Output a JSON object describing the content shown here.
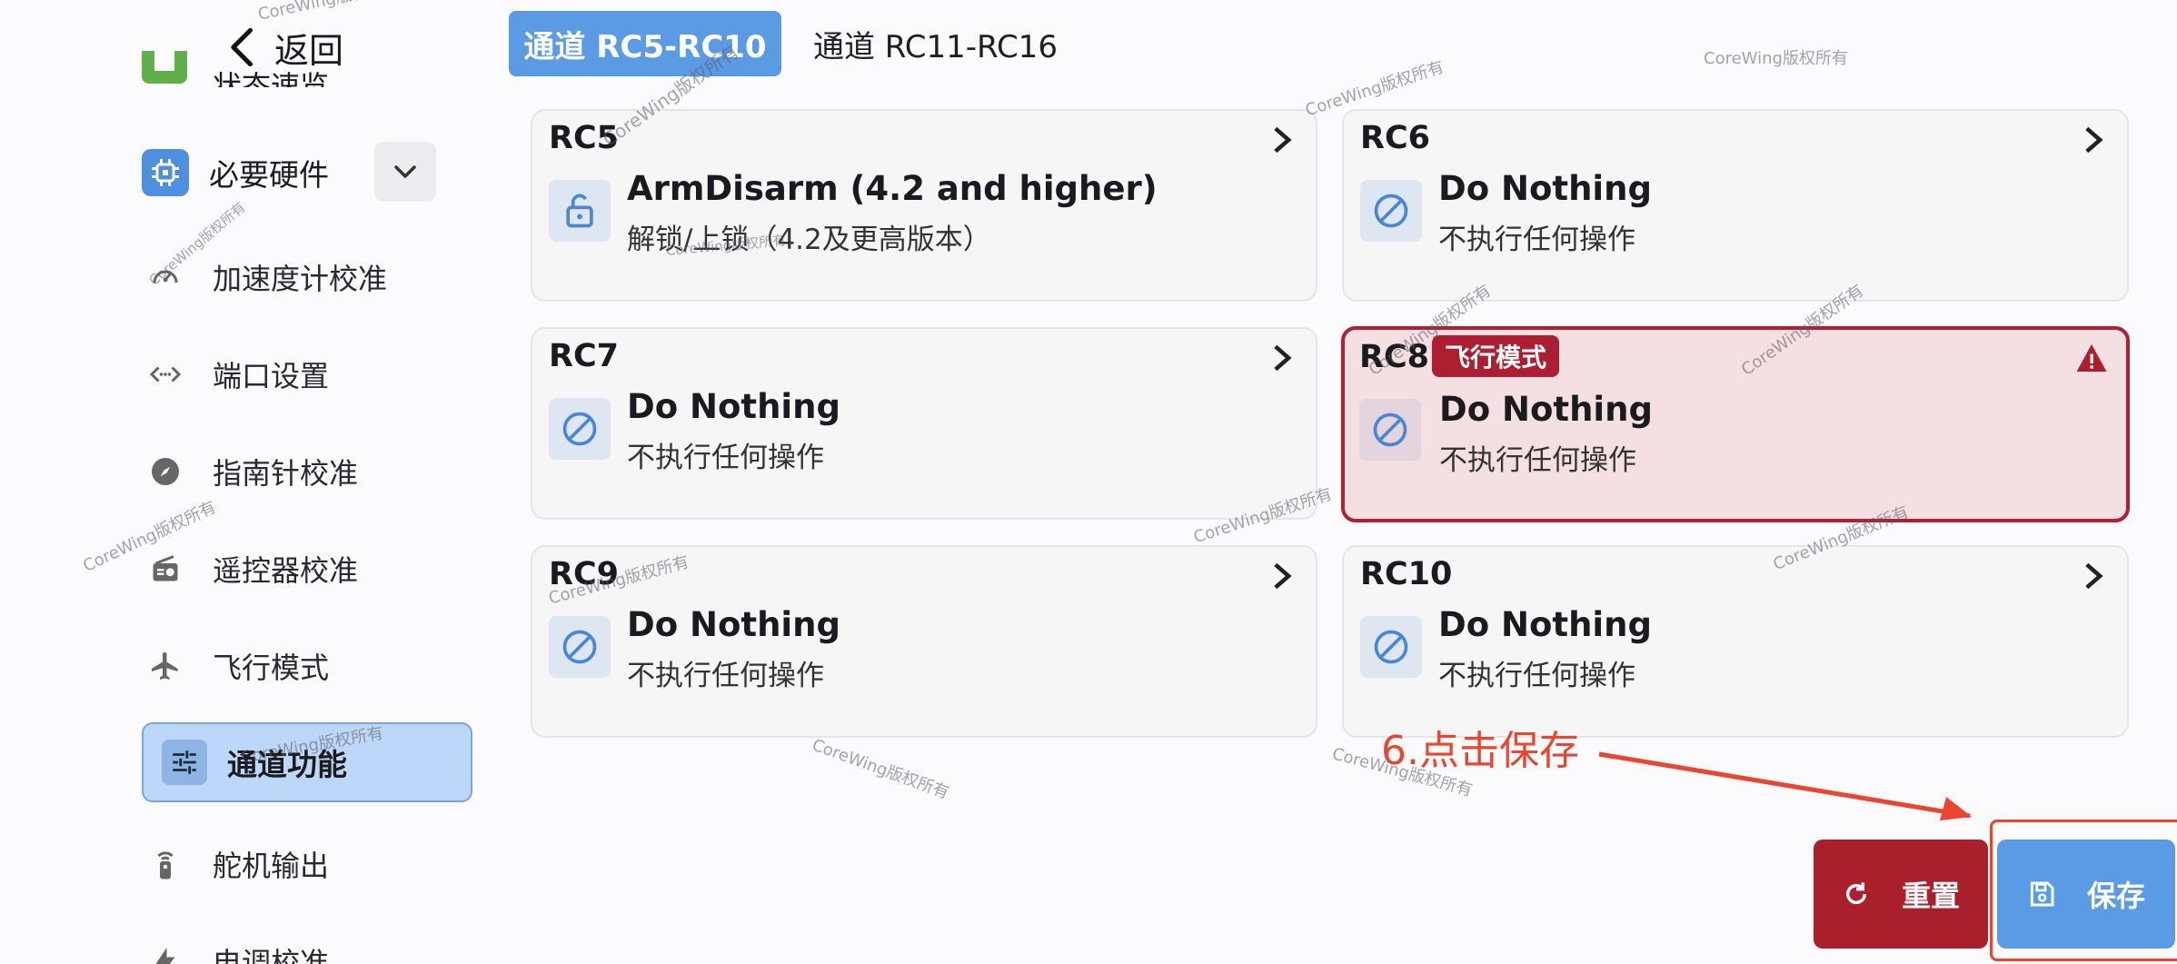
{
  "header": {
    "back_label": "返回"
  },
  "sidebar": {
    "partial_top_label": "状态速览",
    "section_label": "必要硬件",
    "items": [
      {
        "label": "加速度计校准",
        "icon": "speedometer-icon"
      },
      {
        "label": "端口设置",
        "icon": "ports-icon"
      },
      {
        "label": "指南针校准",
        "icon": "compass-icon"
      },
      {
        "label": "遥控器校准",
        "icon": "radio-icon"
      },
      {
        "label": "飞行模式",
        "icon": "airplane-icon"
      },
      {
        "label": "通道功能",
        "icon": "sliders-icon",
        "active": true
      },
      {
        "label": "舵机输出",
        "icon": "remote-icon"
      },
      {
        "label": "电调校准",
        "icon": "bolt-icon"
      }
    ]
  },
  "tabs": [
    {
      "label": "通道 RC5-RC10",
      "active": true
    },
    {
      "label": "通道 RC11-RC16",
      "active": false
    }
  ],
  "cards": [
    {
      "rc": "RC5",
      "function": "ArmDisarm (4.2 and higher)",
      "description": "解锁/上锁（4.2及更高版本）",
      "icon": "unlock-icon"
    },
    {
      "rc": "RC6",
      "function": "Do Nothing",
      "description": "不执行任何操作",
      "icon": "none-icon"
    },
    {
      "rc": "RC7",
      "function": "Do Nothing",
      "description": "不执行任何操作",
      "icon": "none-icon"
    },
    {
      "rc": "RC8",
      "function": "Do Nothing",
      "description": "不执行任何操作",
      "icon": "none-icon",
      "badge": "飞行模式",
      "warning": true
    },
    {
      "rc": "RC9",
      "function": "Do Nothing",
      "description": "不执行任何操作",
      "icon": "none-icon"
    },
    {
      "rc": "RC10",
      "function": "Do Nothing",
      "description": "不执行任何操作",
      "icon": "none-icon"
    }
  ],
  "annotation": {
    "text": "6.点击保存"
  },
  "actions": {
    "reset_label": "重置",
    "save_label": "保存"
  },
  "watermark": {
    "text": "CoreWing版权所有"
  },
  "colors": {
    "primary": "#5b9be6",
    "danger": "#a91f2c",
    "alert_bg": "#f4dfe2",
    "annotation": "#e94530",
    "active_item_bg": "#bcd7f7"
  }
}
